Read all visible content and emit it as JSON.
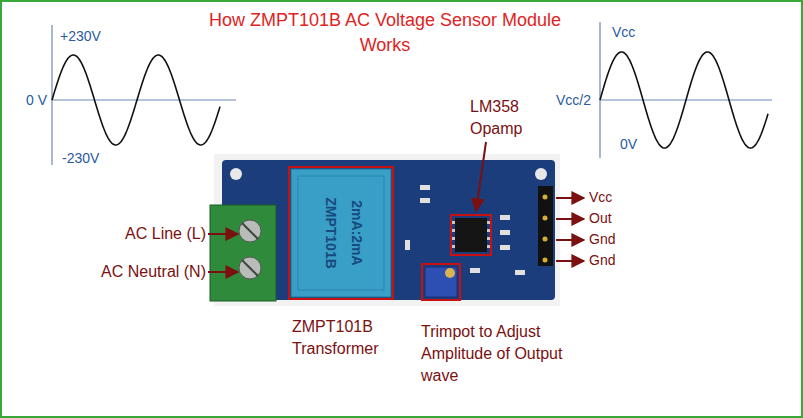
{
  "diagram": {
    "title": "How ZMPT101B AC Voltage Sensor Module Works",
    "nodes": [
      {
        "text": [
          "ZMPT101B Transformer"
        ]
      },
      {
        "text": [
          "LM358 Opamp"
        ]
      },
      {
        "text": [
          "Trimpot to Adjust Amplitude of Output wave"
        ]
      }
    ],
    "labels": [
      "+230V",
      "0 V",
      "-230V",
      "Vcc",
      "Vcc/2",
      "0V",
      "AC Line (L)",
      "AC Neutral (N)",
      "Vcc",
      "Out",
      "Gnd",
      "Gnd",
      "ZMPT101B",
      "2mA:2mA"
    ]
  }
}
